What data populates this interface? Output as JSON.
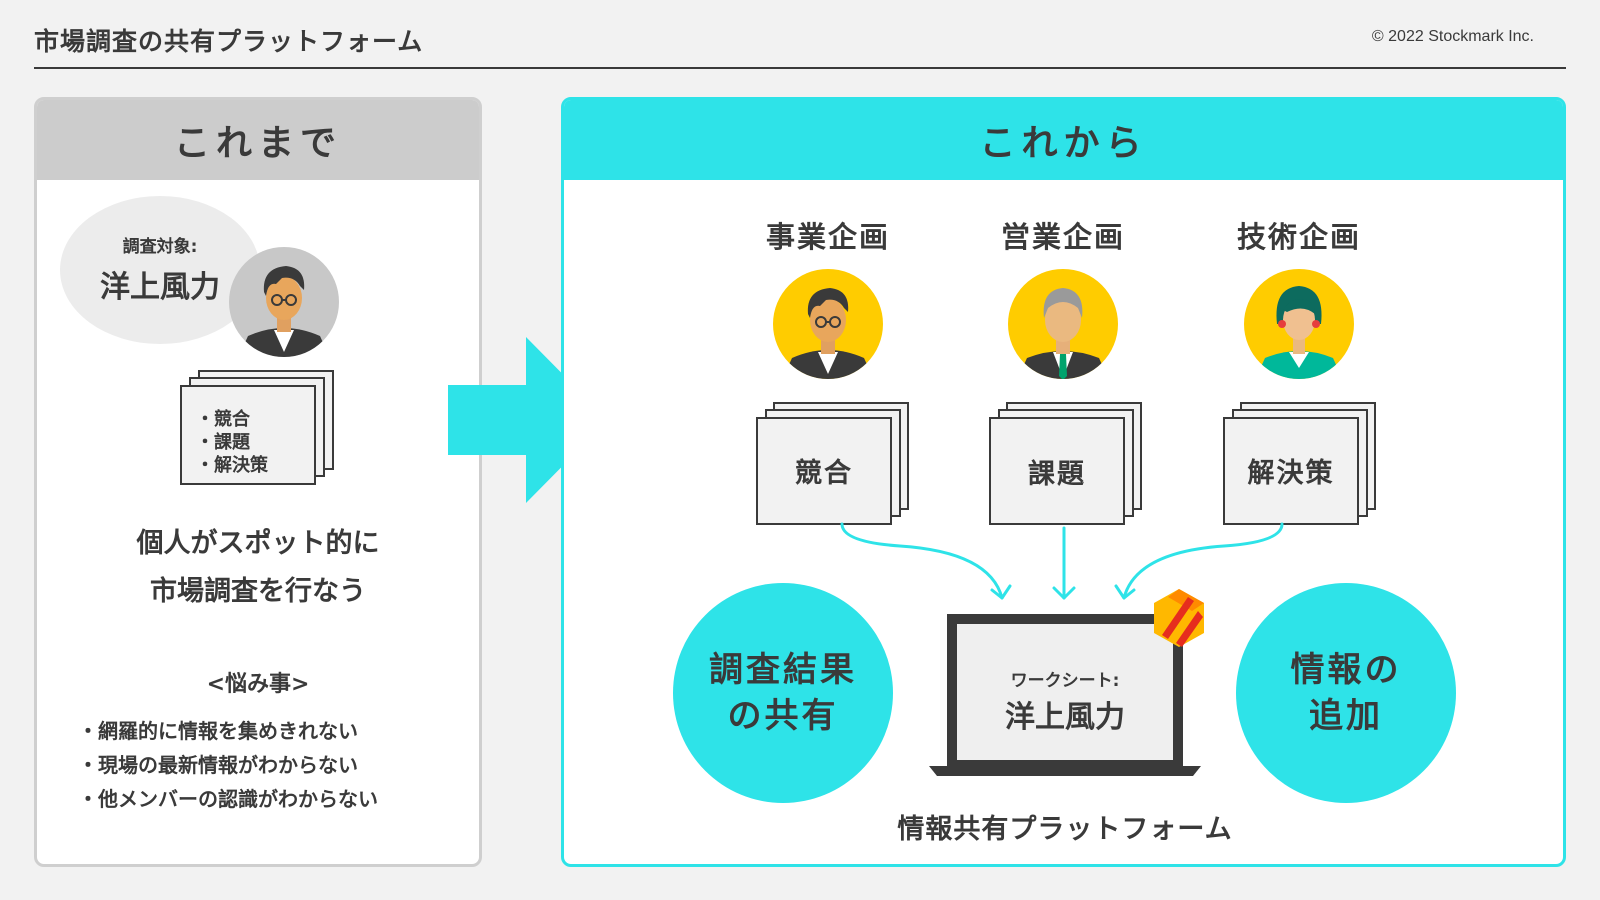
{
  "header": {
    "title": "市場調査の共有プラットフォーム",
    "copyright": "© 2022 Stockmark Inc."
  },
  "before": {
    "heading": "これまで",
    "bubble_label": "調査対象:",
    "bubble_topic": "洋上風力",
    "doc_items": [
      "・競合",
      "・課題",
      "・解決策"
    ],
    "summary_lines": [
      "個人がスポット的に",
      "市場調査を行なう"
    ],
    "worries_title": "<悩み事>",
    "worries": [
      "・網羅的に情報を集めきれない",
      "・現場の最新情報がわからない",
      "・他メンバーの認識がわからない"
    ]
  },
  "after": {
    "heading": "これから",
    "roles": [
      {
        "label": "事業企画",
        "doc": "競合"
      },
      {
        "label": "営業企画",
        "doc": "課題"
      },
      {
        "label": "技術企画",
        "doc": "解決策"
      }
    ],
    "left_circle_lines": [
      "調査結果",
      "の共有"
    ],
    "right_circle_lines": [
      "情報の",
      "追加"
    ],
    "laptop_sub": "ワークシート:",
    "laptop_main": "洋上風力",
    "platform_label": "情報共有プラットフォーム"
  },
  "colors": {
    "accent": "#2ee3e8",
    "avatar_yellow": "#ffcc00",
    "avatar_gray": "#c8c8c8",
    "text": "#3a3a3a"
  }
}
